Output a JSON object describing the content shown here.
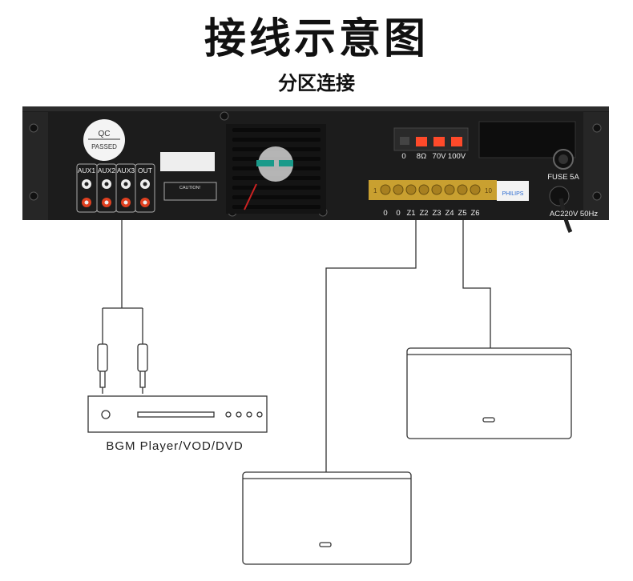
{
  "title": "接线示意图",
  "subtitle": "分区连接",
  "amplifier": {
    "qc_top": "QC",
    "qc_bottom": "PASSED",
    "inputs": [
      "AUX1",
      "AUX2",
      "AUX3",
      "OUT"
    ],
    "caution": "CAUTION!",
    "speaker_taps": [
      "0",
      "8Ω",
      "70V",
      "100V"
    ],
    "zones": [
      "0",
      "0",
      "Z1",
      "Z2",
      "Z3",
      "Z4",
      "Z5",
      "Z6"
    ],
    "terminal_start": "1",
    "terminal_end": "10",
    "brand_sticker": "PHILIPS",
    "fuse": "FUSE 5A",
    "power": "AC220V 50Hz"
  },
  "source_device": {
    "label": "BGM Player/VOD/DVD"
  }
}
